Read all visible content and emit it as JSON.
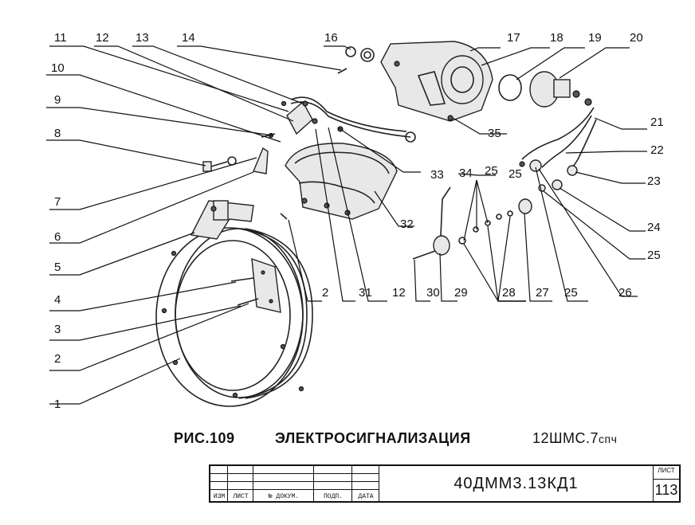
{
  "caption": {
    "figure": "РИС.109",
    "title": "ЭЛЕКТРОСИГНАЛИЗАЦИЯ",
    "code_main": "12ШМС.7",
    "code_suffix": "спч"
  },
  "title_block": {
    "labels": [
      "ИЗМ",
      "ЛИСТ",
      "№ ДОКУМ.",
      "ПОДП.",
      "ДАТА"
    ],
    "document_number": "40ДММ3.13КД1",
    "sheet_label": "ЛИСТ",
    "sheet_number": "113"
  },
  "callouts": [
    "1",
    "2",
    "3",
    "4",
    "5",
    "6",
    "7",
    "8",
    "9",
    "10",
    "11",
    "12",
    "13",
    "14",
    "16",
    "17",
    "18",
    "19",
    "20",
    "21",
    "22",
    "23",
    "24",
    "25",
    "25",
    "26",
    "27",
    "25",
    "28",
    "29",
    "30",
    "12",
    "31",
    "2",
    "32",
    "33",
    "34",
    "25",
    "35"
  ]
}
